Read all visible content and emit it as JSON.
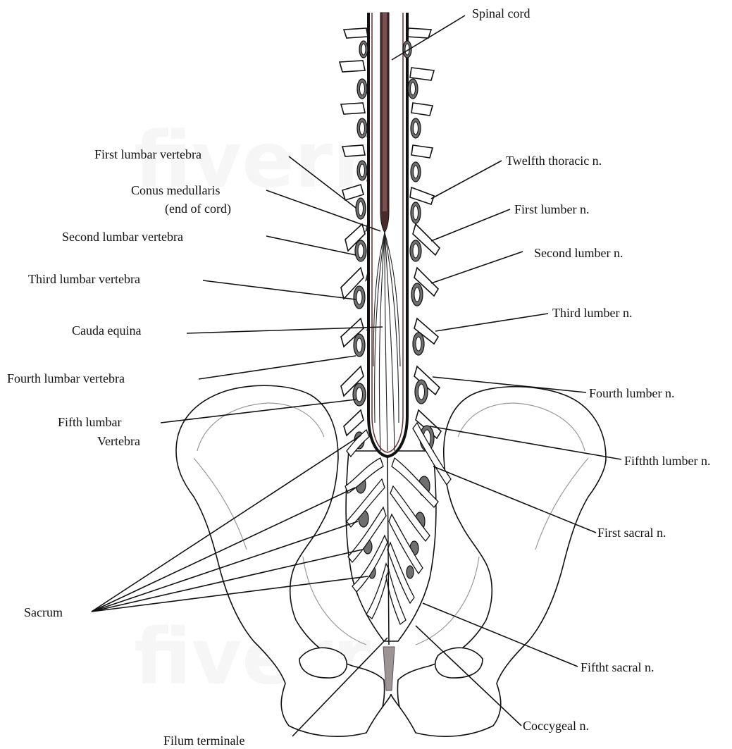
{
  "labels": {
    "spinal_cord": "Spinal cord",
    "first_lumbar_vertebra": "First lumbar vertebra",
    "conus_line1": "Conus medullaris",
    "conus_line2": "(end of cord)",
    "second_lumbar_vertebra": "Second lumbar vertebra",
    "third_lumbar_vertebra": "Third lumbar vertebra",
    "cauda_equina": "Cauda equina",
    "fourth_lumbar_vertebra": "Fourth lumbar vertebra",
    "fifth_lumbar_line1": "Fifth lumbar",
    "fifth_lumbar_line2": "Vertebra",
    "sacrum": "Sacrum",
    "filum_terminale": "Filum terminale",
    "twelfth_thoracic_n": "Twelfth thoracic n.",
    "first_lumber_n": "First lumber n.",
    "second_lumber_n": "Second lumber n.",
    "third_lumber_n": "Third lumber n.",
    "fourth_lumber_n": "Fourth lumber n.",
    "fifth_lumber_n": "Fifthth lumber n.",
    "first_sacral_n": "First sacral n.",
    "fifth_sacral_n": "Fiftht sacral n.",
    "coccygeal_n": "Coccygeal n."
  },
  "watermark": "fiverr"
}
